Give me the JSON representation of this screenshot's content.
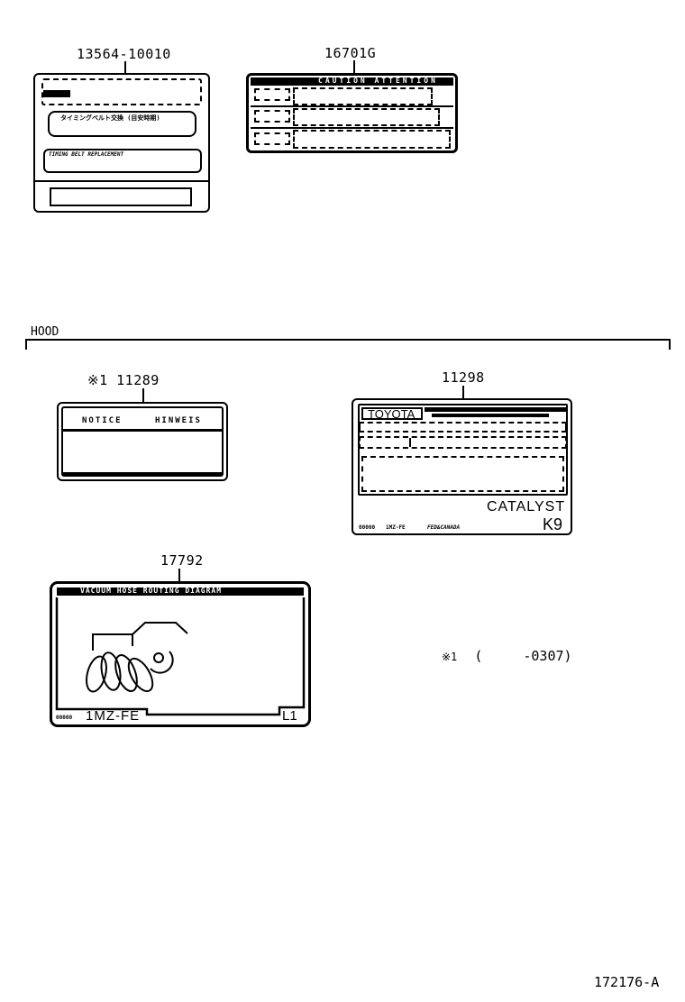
{
  "diagram": {
    "figure_id": "172176-A",
    "section": {
      "title": "HOOD"
    },
    "footnote": {
      "marker": "※1",
      "open_paren": "(",
      "range": "-0307)"
    },
    "labels": [
      {
        "part_number": "13564-10010",
        "lines": [
          "TIMING BELT REPLACEMENT"
        ],
        "jp_line": "タイミングベルト交換 (目安時期)"
      },
      {
        "part_number": "16701G",
        "header": "CAUTION ATTENTION"
      },
      {
        "marker": "※1",
        "part_number": "11289",
        "header_left": "NOTICE",
        "header_right": "HINWEIS"
      },
      {
        "part_number": "11298",
        "brand": "TOYOTA",
        "catalyst": "CATALYST",
        "code": "K9",
        "footer": [
          "00000",
          "1MZ-FE",
          "FED&CANADA"
        ]
      },
      {
        "part_number": "17792",
        "header": "VACUUM HOSE ROUTING DIAGRAM",
        "engine": "1MZ-FE",
        "code": "L1",
        "footer_code": "00000"
      }
    ]
  }
}
